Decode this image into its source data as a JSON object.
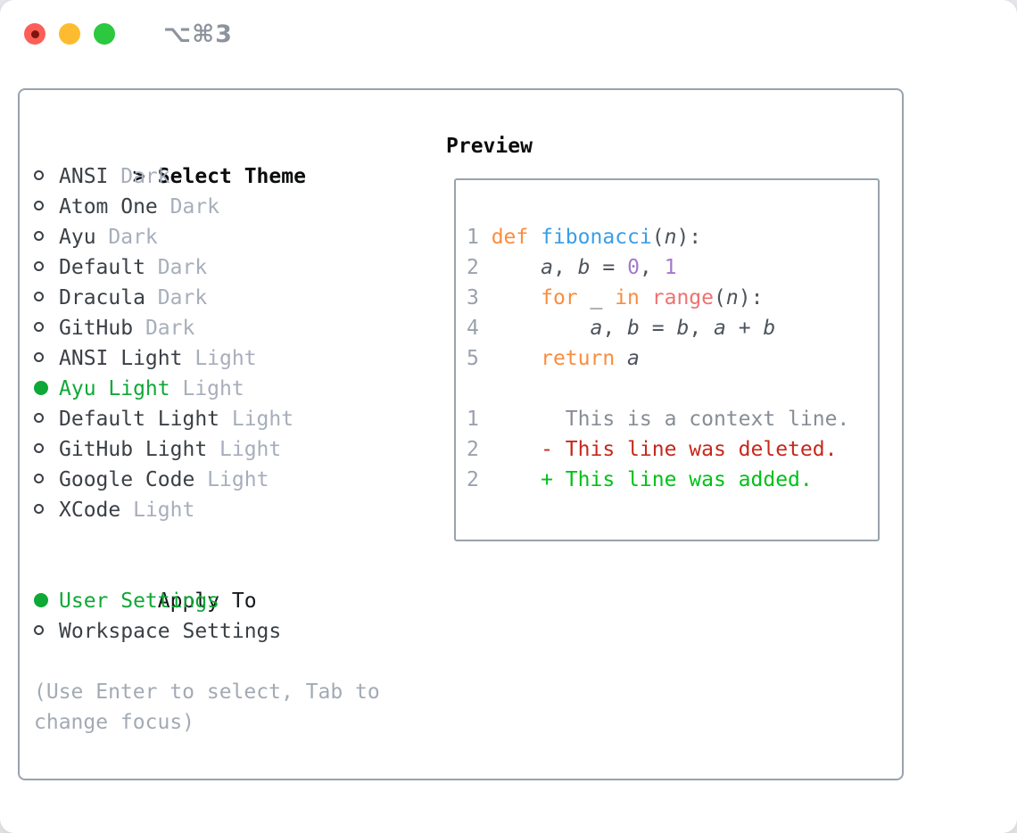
{
  "window": {
    "title_shortcut": "⌥⌘3"
  },
  "traffic_lights": [
    {
      "name": "close-button",
      "color": "#fb5f57",
      "inner_dot": "#7f150e"
    },
    {
      "name": "minimize-button",
      "color": "#fdbc2f"
    },
    {
      "name": "zoom-button",
      "color": "#2bc840"
    }
  ],
  "theme_list": {
    "cursor": ">",
    "header": "Select Theme",
    "items": [
      {
        "name": "ANSI",
        "variant": "Dark",
        "selected": false
      },
      {
        "name": "Atom One",
        "variant": "Dark",
        "selected": false
      },
      {
        "name": "Ayu",
        "variant": "Dark",
        "selected": false
      },
      {
        "name": "Default",
        "variant": "Dark",
        "selected": false
      },
      {
        "name": "Dracula",
        "variant": "Dark",
        "selected": false
      },
      {
        "name": "GitHub",
        "variant": "Dark",
        "selected": false
      },
      {
        "name": "ANSI Light",
        "variant": "Light",
        "selected": false
      },
      {
        "name": "Ayu Light",
        "variant": "Light",
        "selected": true
      },
      {
        "name": "Default Light",
        "variant": "Light",
        "selected": false
      },
      {
        "name": "GitHub Light",
        "variant": "Light",
        "selected": false
      },
      {
        "name": "Google Code",
        "variant": "Light",
        "selected": false
      },
      {
        "name": "XCode",
        "variant": "Light",
        "selected": false
      }
    ]
  },
  "apply_to": {
    "header": "Apply To",
    "options": [
      {
        "label": "User Settings",
        "selected": true
      },
      {
        "label": "Workspace Settings",
        "selected": false
      }
    ]
  },
  "help_text": "(Use Enter to select, Tab to\nchange focus)",
  "preview": {
    "header": "Preview",
    "lines": [
      {
        "num": "1",
        "kind": "code-line",
        "tokens": [
          {
            "c": "kw",
            "t": "def"
          },
          {
            "c": "fg",
            "t": " "
          },
          {
            "c": "fn",
            "t": "fibonacci"
          },
          {
            "c": "fg",
            "t": "("
          },
          {
            "c": "v",
            "t": "n"
          },
          {
            "c": "fg",
            "t": "):"
          }
        ]
      },
      {
        "num": "2",
        "kind": "code-line",
        "tokens": [
          {
            "c": "fg",
            "t": "    "
          },
          {
            "c": "v",
            "t": "a"
          },
          {
            "c": "fg",
            "t": ", "
          },
          {
            "c": "v",
            "t": "b"
          },
          {
            "c": "fg",
            "t": " = "
          },
          {
            "c": "const",
            "t": "0"
          },
          {
            "c": "fg",
            "t": ", "
          },
          {
            "c": "const",
            "t": "1"
          }
        ]
      },
      {
        "num": "3",
        "kind": "code-line",
        "tokens": [
          {
            "c": "fg",
            "t": "    "
          },
          {
            "c": "kw",
            "t": "for"
          },
          {
            "c": "fg",
            "t": " _ "
          },
          {
            "c": "kw",
            "t": "in"
          },
          {
            "c": "fg",
            "t": " "
          },
          {
            "c": "rng",
            "t": "range"
          },
          {
            "c": "fg",
            "t": "("
          },
          {
            "c": "v",
            "t": "n"
          },
          {
            "c": "fg",
            "t": "):"
          }
        ]
      },
      {
        "num": "4",
        "kind": "code-line",
        "tokens": [
          {
            "c": "fg",
            "t": "        "
          },
          {
            "c": "v",
            "t": "a"
          },
          {
            "c": "fg",
            "t": ", "
          },
          {
            "c": "v",
            "t": "b"
          },
          {
            "c": "fg",
            "t": " = "
          },
          {
            "c": "v",
            "t": "b"
          },
          {
            "c": "fg",
            "t": ", "
          },
          {
            "c": "v",
            "t": "a"
          },
          {
            "c": "fg",
            "t": " + "
          },
          {
            "c": "v",
            "t": "b"
          }
        ]
      },
      {
        "num": "5",
        "kind": "code-line",
        "tokens": [
          {
            "c": "fg",
            "t": "    "
          },
          {
            "c": "kw",
            "t": "return"
          },
          {
            "c": "fg",
            "t": " "
          },
          {
            "c": "v",
            "t": "a"
          }
        ]
      },
      {
        "num": "",
        "kind": "blank-line",
        "tokens": []
      },
      {
        "num": "1",
        "kind": "diff-context-line",
        "tokens": [
          {
            "c": "ctx",
            "t": "      This is a context line."
          }
        ]
      },
      {
        "num": "2",
        "kind": "diff-deleted-line",
        "tokens": [
          {
            "c": "del",
            "t": "    - This line was deleted."
          }
        ]
      },
      {
        "num": "2",
        "kind": "diff-added-line",
        "tokens": [
          {
            "c": "add",
            "t": "    + This line was added."
          }
        ]
      }
    ]
  },
  "colors": {
    "accent_green": "#0fa837",
    "border_gray": "#99a2ae",
    "muted_text": "#a7aebb",
    "traffic_red": "#fb5f57",
    "traffic_yellow": "#fdbc2f",
    "traffic_green": "#2bc840",
    "syntax": {
      "keyword": "#fa8d3e",
      "function": "#399ee6",
      "constant": "#a37acc",
      "builtin": "#f07171",
      "foreground": "#4d545c",
      "line_number": "#9aa1ac",
      "context": "#878d96",
      "deleted": "#c7281b",
      "added": "#00c118"
    }
  }
}
